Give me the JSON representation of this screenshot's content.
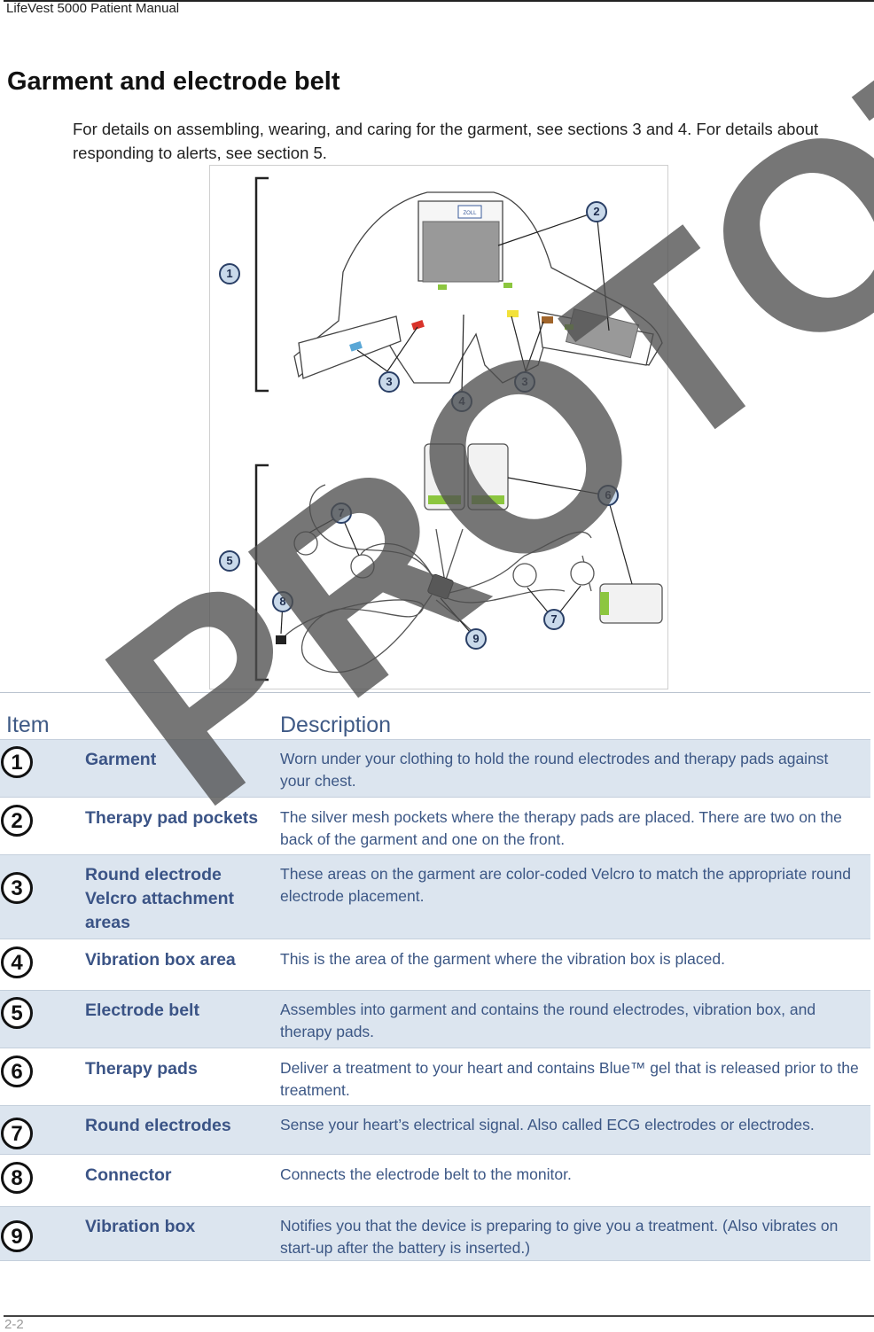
{
  "header": {
    "title": "LifeVest 5000 Patient Manual"
  },
  "section": {
    "title": "Garment and electrode belt",
    "intro": "For details on assembling, wearing, and caring for the garment, see sections 3 and 4. For details about responding to alerts, see section 5."
  },
  "figure": {
    "garment_label": "ZOLL",
    "callouts": [
      "1",
      "2",
      "3",
      "3",
      "4",
      "5",
      "6",
      "7",
      "7",
      "8",
      "9"
    ]
  },
  "table": {
    "headers": {
      "item": "Item",
      "description": "Description"
    },
    "rows": [
      {
        "number": "1",
        "name": "Garment",
        "description": "Worn under your clothing to hold the round electrodes and therapy pads against your chest."
      },
      {
        "number": "2",
        "name": "Therapy pad pockets",
        "description": "The silver mesh pockets where the therapy pads are placed. There are two on the back of the garment and one on the front."
      },
      {
        "number": "3",
        "name": "Round electrode Velcro attachment areas",
        "description": "These areas on the garment are color-coded Velcro to match the appropriate round electrode placement."
      },
      {
        "number": "4",
        "name": "Vibration box area",
        "description": "This is the area of the garment where the vibration box is placed."
      },
      {
        "number": "5",
        "name": "Electrode belt",
        "description": "Assembles into garment and contains the round electrodes, vibration box, and therapy pads."
      },
      {
        "number": "6",
        "name": "Therapy pads",
        "description": "Deliver a treatment to your heart and contains Blue™ gel that is released prior to the treatment."
      },
      {
        "number": "7",
        "name": "Round electrodes",
        "description": "Sense your heart’s electrical signal. Also called ECG electrodes or electrodes."
      },
      {
        "number": "8",
        "name": "Connector",
        "description": "Connects the electrode belt to the monitor."
      },
      {
        "number": "9",
        "name": "Vibration box",
        "description": "Notifies you that the device is preparing to give you a treatment. (Also vibrates on start-up after the battery is inserted.)"
      }
    ]
  },
  "watermark": "PROTOTYPE",
  "footer": {
    "page": "2-2"
  },
  "colors": {
    "heading_blue": "#3b5486",
    "row_shade": "#dce5ef",
    "callout_fill": "#c9d9ea",
    "velcro_blue": "#5aa7d6",
    "velcro_red": "#d9342b",
    "velcro_yellow": "#f2e13a",
    "velcro_brown": "#a0642a",
    "connector_green": "#8cc63f"
  }
}
